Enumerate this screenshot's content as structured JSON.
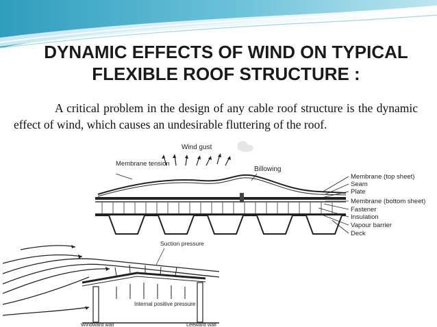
{
  "slide": {
    "title_line1": "DYNAMIC EFFECTS OF WIND ON TYPICAL",
    "title_line2": "FLEXIBLE ROOF STRUCTURE :",
    "body": "A critical problem in the design of any cable roof structure is the dynamic effect of wind, which causes an undesirable fluttering of the roof."
  },
  "figure_roof_section": {
    "wind_gust": "Wind gust",
    "membrane_tension": "Membrane tension",
    "billowing": "Billowing",
    "legend": [
      "Membrane (top sheet)",
      "Seam",
      "Plate",
      "Membrane (bottom sheet)",
      "Fastener",
      "Insulation",
      "Vapour barrier",
      "Deck"
    ]
  },
  "figure_building_section": {
    "suction_pressure": "Suction pressure",
    "internal_pressure": "Internal positive pressure",
    "windward_wall": "Windward wall",
    "leeward_wall": "Leeward wall"
  },
  "colors": {
    "swoosh_dark": "#3aa7c4",
    "swoosh_light": "#bfe4ef",
    "title": "#1a1a1a"
  }
}
